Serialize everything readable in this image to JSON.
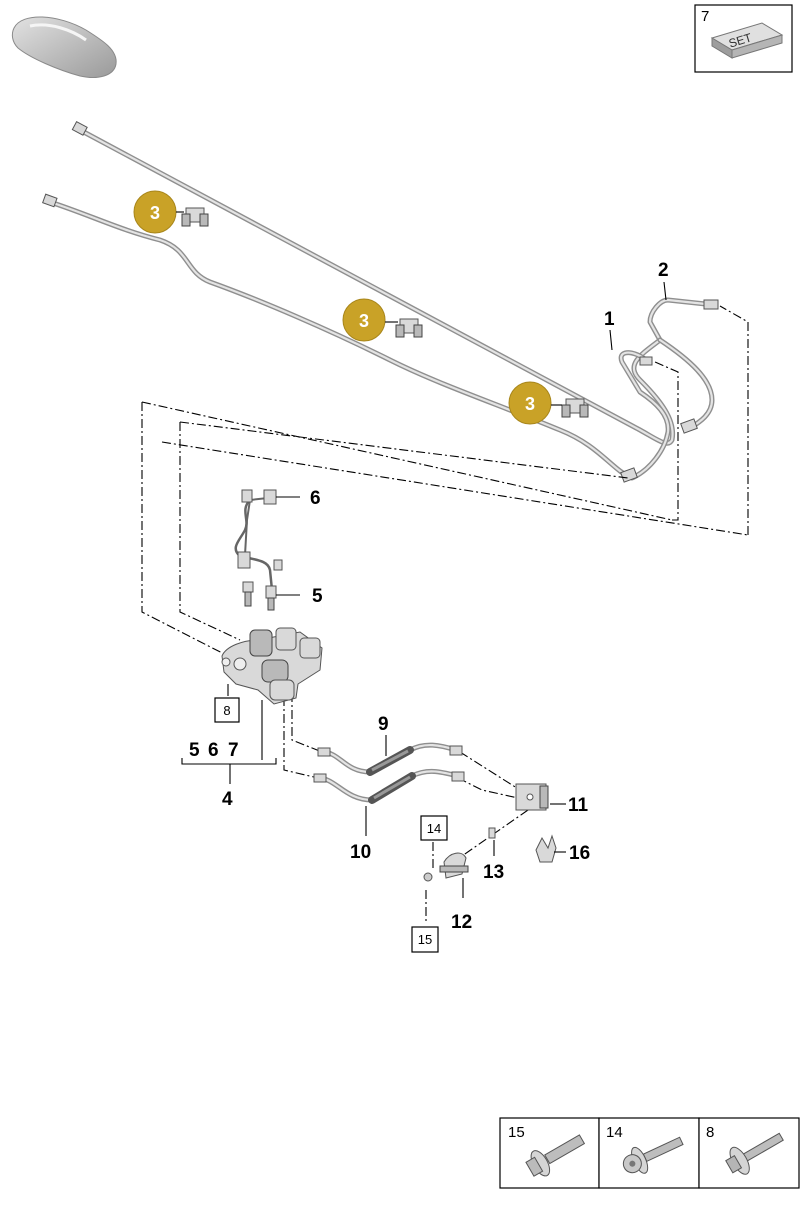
{
  "callouts": {
    "c1": "1",
    "c2": "2",
    "c4": "4",
    "c5": "5",
    "c6": "6",
    "c9": "9",
    "c10": "10",
    "c11": "11",
    "c12": "12",
    "c13": "13",
    "c16": "16",
    "group_5": "5",
    "group_6": "6",
    "group_7": "7"
  },
  "badges": {
    "b1": "3",
    "b2": "3",
    "b3": "3",
    "color": "#c9a227"
  },
  "boxed_refs": {
    "r8": "8",
    "r14": "14",
    "r15": "15"
  },
  "set_box": {
    "number": "7",
    "label": "SET"
  },
  "hardware_table": [
    {
      "number": "15",
      "icon": "bolt-flange-icon"
    },
    {
      "number": "14",
      "icon": "bolt-torx-icon"
    },
    {
      "number": "8",
      "icon": "bolt-long-icon"
    }
  ]
}
